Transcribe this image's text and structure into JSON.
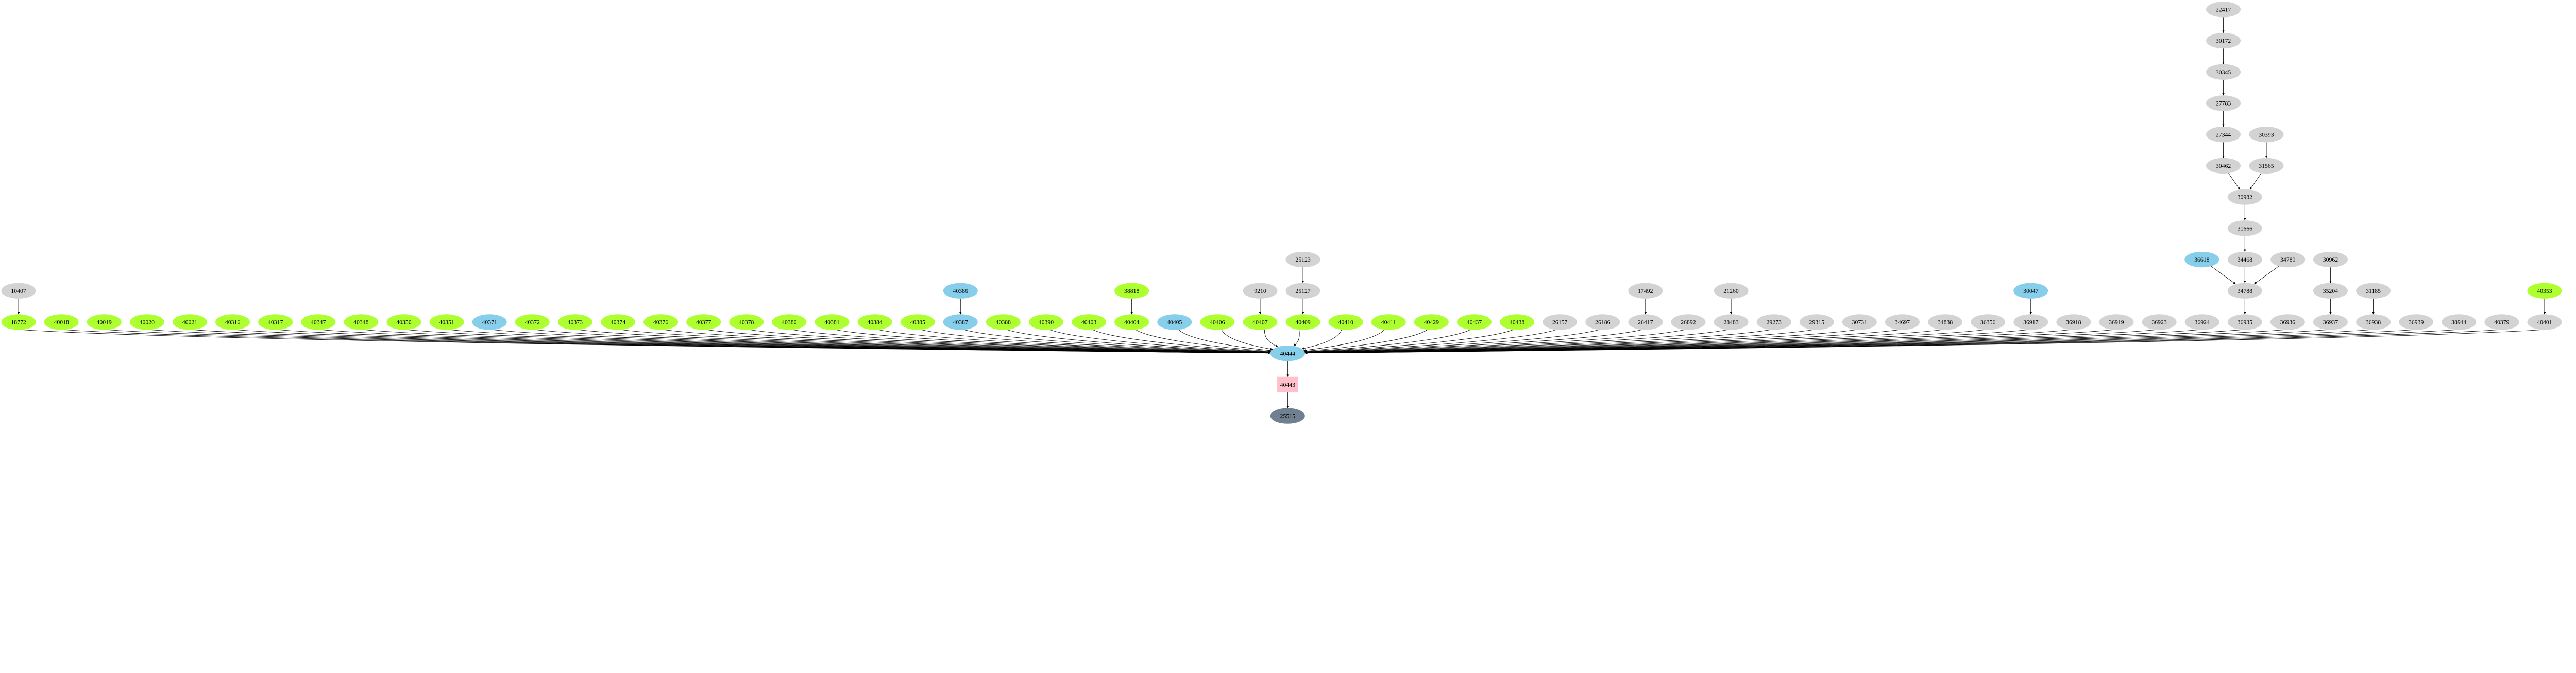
{
  "colors": {
    "green": "#adff2f",
    "blue": "#87ceeb",
    "gray": "#d3d3d3",
    "pink": "#ffc0cb",
    "slate": "#708090",
    "edge": "#000000"
  },
  "nodes": [
    {
      "label": "18772",
      "fill": "green"
    },
    {
      "label": "40018",
      "fill": "green"
    },
    {
      "label": "40019",
      "fill": "green"
    },
    {
      "label": "40020",
      "fill": "green"
    },
    {
      "label": "40021",
      "fill": "green"
    },
    {
      "label": "40316",
      "fill": "green"
    },
    {
      "label": "40317",
      "fill": "green"
    },
    {
      "label": "40347",
      "fill": "green"
    },
    {
      "label": "40348",
      "fill": "green"
    },
    {
      "label": "40350",
      "fill": "green"
    },
    {
      "label": "40351",
      "fill": "green"
    },
    {
      "label": "40371",
      "fill": "blue"
    },
    {
      "label": "40372",
      "fill": "green"
    },
    {
      "label": "40373",
      "fill": "green"
    },
    {
      "label": "40374",
      "fill": "green"
    },
    {
      "label": "40376",
      "fill": "green"
    },
    {
      "label": "40377",
      "fill": "green"
    },
    {
      "label": "40378",
      "fill": "green"
    },
    {
      "label": "40380",
      "fill": "green"
    },
    {
      "label": "40381",
      "fill": "green"
    },
    {
      "label": "40384",
      "fill": "green"
    },
    {
      "label": "40385",
      "fill": "green"
    },
    {
      "label": "40387",
      "fill": "blue"
    },
    {
      "label": "40388",
      "fill": "green"
    },
    {
      "label": "40390",
      "fill": "green"
    },
    {
      "label": "40403",
      "fill": "green"
    },
    {
      "label": "40404",
      "fill": "green"
    },
    {
      "label": "40405",
      "fill": "blue"
    },
    {
      "label": "40406",
      "fill": "green"
    },
    {
      "label": "40407",
      "fill": "green"
    },
    {
      "label": "40409",
      "fill": "green"
    },
    {
      "label": "40410",
      "fill": "green"
    },
    {
      "label": "40411",
      "fill": "green"
    },
    {
      "label": "40429",
      "fill": "green"
    },
    {
      "label": "40437",
      "fill": "green"
    },
    {
      "label": "40438",
      "fill": "green"
    },
    {
      "label": "26157",
      "fill": "gray"
    },
    {
      "label": "26186",
      "fill": "gray"
    },
    {
      "label": "26417",
      "fill": "gray"
    },
    {
      "label": "26892",
      "fill": "gray"
    },
    {
      "label": "28483",
      "fill": "gray"
    },
    {
      "label": "29273",
      "fill": "gray"
    },
    {
      "label": "29315",
      "fill": "gray"
    },
    {
      "label": "30731",
      "fill": "gray"
    },
    {
      "label": "34697",
      "fill": "gray"
    },
    {
      "label": "34838",
      "fill": "gray"
    },
    {
      "label": "36356",
      "fill": "gray"
    },
    {
      "label": "36917",
      "fill": "gray"
    },
    {
      "label": "36918",
      "fill": "gray"
    },
    {
      "label": "36919",
      "fill": "gray"
    },
    {
      "label": "36923",
      "fill": "gray"
    },
    {
      "label": "36924",
      "fill": "gray"
    },
    {
      "label": "36935",
      "fill": "gray"
    },
    {
      "label": "36936",
      "fill": "gray"
    },
    {
      "label": "36937",
      "fill": "gray"
    },
    {
      "label": "36938",
      "fill": "gray"
    },
    {
      "label": "36939",
      "fill": "gray"
    },
    {
      "label": "38944",
      "fill": "gray"
    },
    {
      "label": "40379",
      "fill": "gray"
    },
    {
      "label": "40401",
      "fill": "gray"
    },
    {
      "label": "10407",
      "fill": "gray"
    },
    {
      "label": "40386",
      "fill": "blue"
    },
    {
      "label": "38818",
      "fill": "green"
    },
    {
      "label": "9210",
      "fill": "gray"
    },
    {
      "label": "25127",
      "fill": "gray"
    },
    {
      "label": "25123",
      "fill": "gray"
    },
    {
      "label": "17492",
      "fill": "gray"
    },
    {
      "label": "21260",
      "fill": "gray"
    },
    {
      "label": "30047",
      "fill": "blue"
    },
    {
      "label": "34788",
      "fill": "gray"
    },
    {
      "label": "36618",
      "fill": "blue"
    },
    {
      "label": "34468",
      "fill": "gray"
    },
    {
      "label": "34789",
      "fill": "gray"
    },
    {
      "label": "30962",
      "fill": "gray"
    },
    {
      "label": "35204",
      "fill": "gray"
    },
    {
      "label": "31185",
      "fill": "gray"
    },
    {
      "label": "40353",
      "fill": "green"
    },
    {
      "label": "31666",
      "fill": "gray"
    },
    {
      "label": "30982",
      "fill": "gray"
    },
    {
      "label": "30462",
      "fill": "gray"
    },
    {
      "label": "31565",
      "fill": "gray"
    },
    {
      "label": "27344",
      "fill": "gray"
    },
    {
      "label": "30393",
      "fill": "gray"
    },
    {
      "label": "27783",
      "fill": "gray"
    },
    {
      "label": "30345",
      "fill": "gray"
    },
    {
      "label": "30172",
      "fill": "gray"
    },
    {
      "label": "22417",
      "fill": "gray"
    },
    {
      "label": "40444",
      "fill": "blue"
    },
    {
      "label": "40443",
      "fill": "pink",
      "shape": "box"
    },
    {
      "label": "25515",
      "fill": "slate"
    }
  ],
  "edges": [
    [
      "10407",
      "18772"
    ],
    [
      "40386",
      "40387"
    ],
    [
      "38818",
      "40404"
    ],
    [
      "9210",
      "40407"
    ],
    [
      "25123",
      "25127"
    ],
    [
      "25127",
      "40409"
    ],
    [
      "17492",
      "26417"
    ],
    [
      "21260",
      "28483"
    ],
    [
      "30047",
      "36917"
    ],
    [
      "36618",
      "34788"
    ],
    [
      "34468",
      "34788"
    ],
    [
      "34789",
      "34788"
    ],
    [
      "34788",
      "36935"
    ],
    [
      "30962",
      "35204"
    ],
    [
      "35204",
      "36937"
    ],
    [
      "31185",
      "36938"
    ],
    [
      "40353",
      "40401"
    ],
    [
      "22417",
      "30172"
    ],
    [
      "30172",
      "30345"
    ],
    [
      "30345",
      "27783"
    ],
    [
      "27783",
      "27344"
    ],
    [
      "27344",
      "30462"
    ],
    [
      "30393",
      "31565"
    ],
    [
      "30462",
      "30982"
    ],
    [
      "31565",
      "30982"
    ],
    [
      "30982",
      "31666"
    ],
    [
      "31666",
      "34468"
    ],
    [
      "40444",
      "40443"
    ],
    [
      "40443",
      "25515"
    ]
  ],
  "sink": "40444"
}
